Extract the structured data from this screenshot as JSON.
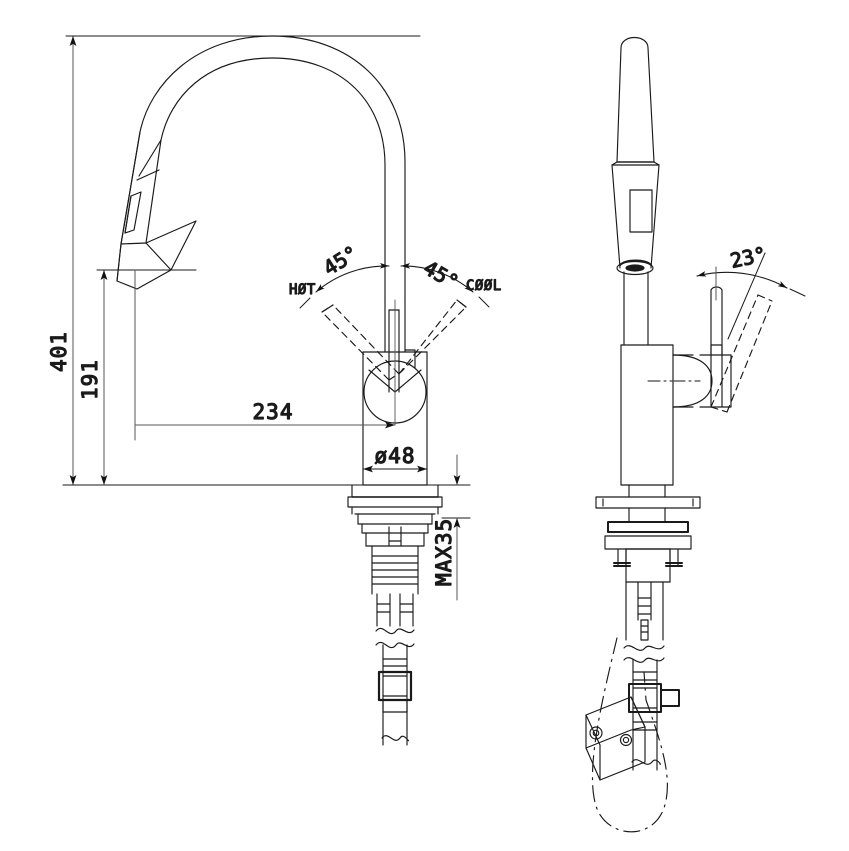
{
  "drawing": {
    "type": "technical-dimensional-drawing",
    "subject": "pull-down kitchen sink mixer faucet",
    "units": "mm",
    "background_color": "#ffffff",
    "line_color": "#1a1a1a",
    "views": [
      {
        "id": "left-view",
        "name": "side-elevation"
      },
      {
        "id": "right-view",
        "name": "front-elevation"
      }
    ]
  },
  "dimensions": {
    "overall_height": "401",
    "spout_height": "191",
    "spout_reach": "234",
    "body_diameter": "ø48",
    "max_deck_thickness": "MAX35"
  },
  "angles": {
    "hot_angle": "45°",
    "cool_angle": "45°",
    "lever_lift_angle": "23°"
  },
  "labels": {
    "hot": "HØT",
    "cool": "CØØL"
  }
}
